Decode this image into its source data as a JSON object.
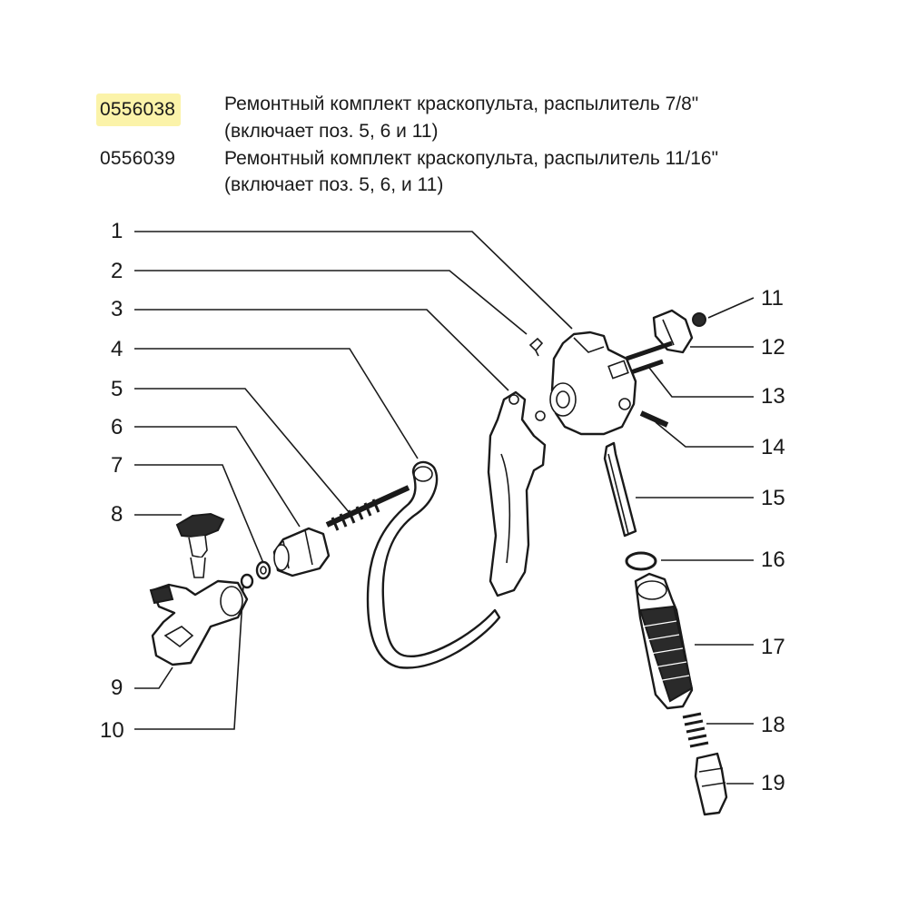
{
  "kits": [
    {
      "code": "0556038",
      "description": "Ремонтный комплект краскопульта, распылитель 7/8\"",
      "includes": "(включает поз. 5, 6 и 11)",
      "highlighted": true
    },
    {
      "code": "0556039",
      "description": "Ремонтный комплект краскопульта, распылитель 11/16\"",
      "includes": "(включает поз. 5, 6, и 11)",
      "highlighted": false
    }
  ],
  "callouts": {
    "left": [
      "1",
      "2",
      "3",
      "4",
      "5",
      "6",
      "7",
      "8",
      "9",
      "10"
    ],
    "right": [
      "11",
      "12",
      "13",
      "14",
      "15",
      "16",
      "17",
      "18",
      "19"
    ]
  },
  "colors": {
    "highlight": "#fbf3a9",
    "line": "#1a1a1a"
  }
}
